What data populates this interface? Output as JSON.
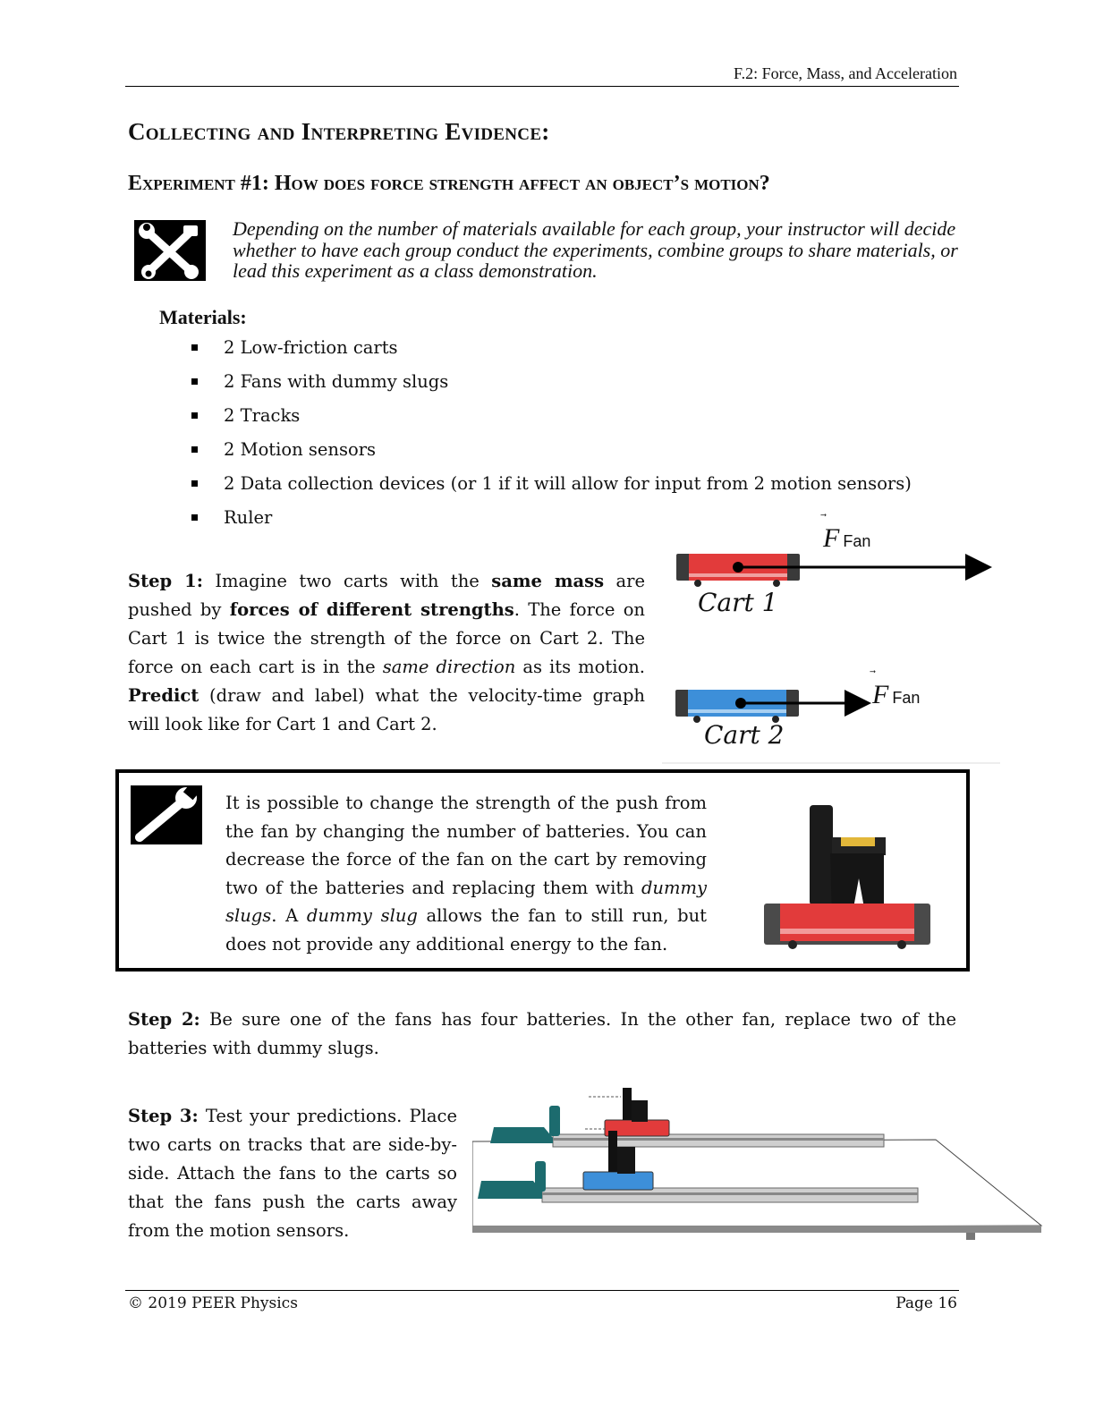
{
  "header": {
    "title": "F.2: Force, Mass, and Acceleration"
  },
  "section_title": "Collecting and Interpreting Evidence:",
  "experiment_title": "Experiment #1: How does force strength affect an object’s motion?",
  "note": "Depending on the number of materials available for each group, your instructor will decide whether to have each group conduct the experiments, combine groups to share materials, or lead this experiment as a class demonstration.",
  "materials": {
    "label": "Materials:",
    "items": [
      "2 Low-friction carts",
      "2 Fans with dummy slugs",
      "2 Tracks",
      "2 Motion sensors",
      "2 Data collection devices (or 1 if it will allow for input from 2 motion sensors)",
      "Ruler"
    ]
  },
  "step1": {
    "label": "Step 1:",
    "t1": " Imagine two carts with the ",
    "b1": "same mass",
    "t2": " are pushed by ",
    "b2": "forces of different strengths",
    "t3": ".  The force on Cart 1 is twice the strength of the force on Cart 2.  The force on each cart is in the ",
    "i1": "same direction",
    "t4": " as its motion.  ",
    "b3": "Predict",
    "t5": " (draw and label) what the velocity-time graph will look like for Cart 1 and Cart 2."
  },
  "figure1": {
    "cart1_label": "Cart 1",
    "cart2_label": "Cart 2",
    "force_symbol": "F",
    "force_sub": "Fan"
  },
  "tip": {
    "t1": "It is possible to change the strength of the push from the fan by changing the number of batteries.  You can decrease the force of the fan on the cart by removing two of the batteries and replacing them with ",
    "i1": "dummy slugs",
    "t2": ".  A ",
    "i2": "dummy slug",
    "t3": " allows the fan to still run, but does not provide any additional energy to the fan."
  },
  "step2": {
    "label": "Step 2:",
    "text": " Be sure one of the fans has four batteries.  In the other fan, replace two of the batteries with dummy slugs."
  },
  "step3": {
    "label": "Step 3:",
    "text": " Test your predictions.  Place two carts on tracks that are side-by-side.  Attach the fans to the carts so that the fans push the carts away from the motion sensors."
  },
  "footer": {
    "left": "© 2019 PEER Physics",
    "right": "Page 16"
  },
  "colors": {
    "cart1": "#e23b3b",
    "cart2": "#3d8fd9",
    "sensor": "#1c6b6e"
  }
}
